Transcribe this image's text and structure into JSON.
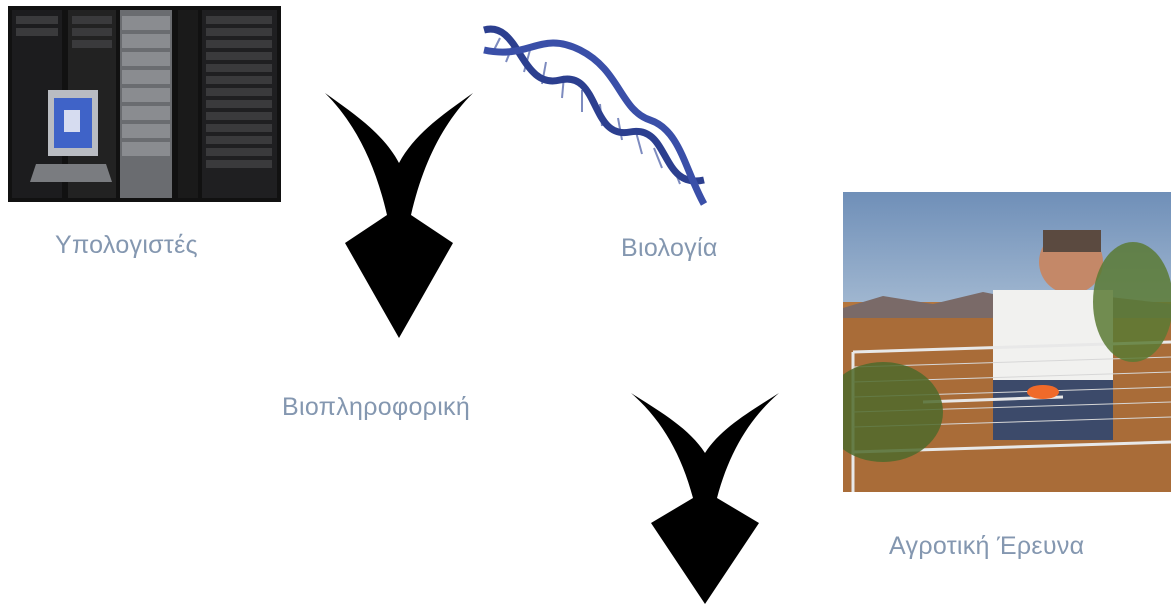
{
  "labels": {
    "computers": "Υπολογιστές",
    "biology": "Βιολογία",
    "bioinformatics": "Βιοπληροφορική",
    "agricultural_research": "Αγροτική Έρευνα"
  },
  "images": {
    "computers": "server-racks-photo",
    "biology": "dna-double-helix",
    "agricultural_research": "field-researcher-photo"
  },
  "colors": {
    "label": "#8497b0",
    "arrow": "#000000",
    "dna": "#2c3f8f"
  }
}
